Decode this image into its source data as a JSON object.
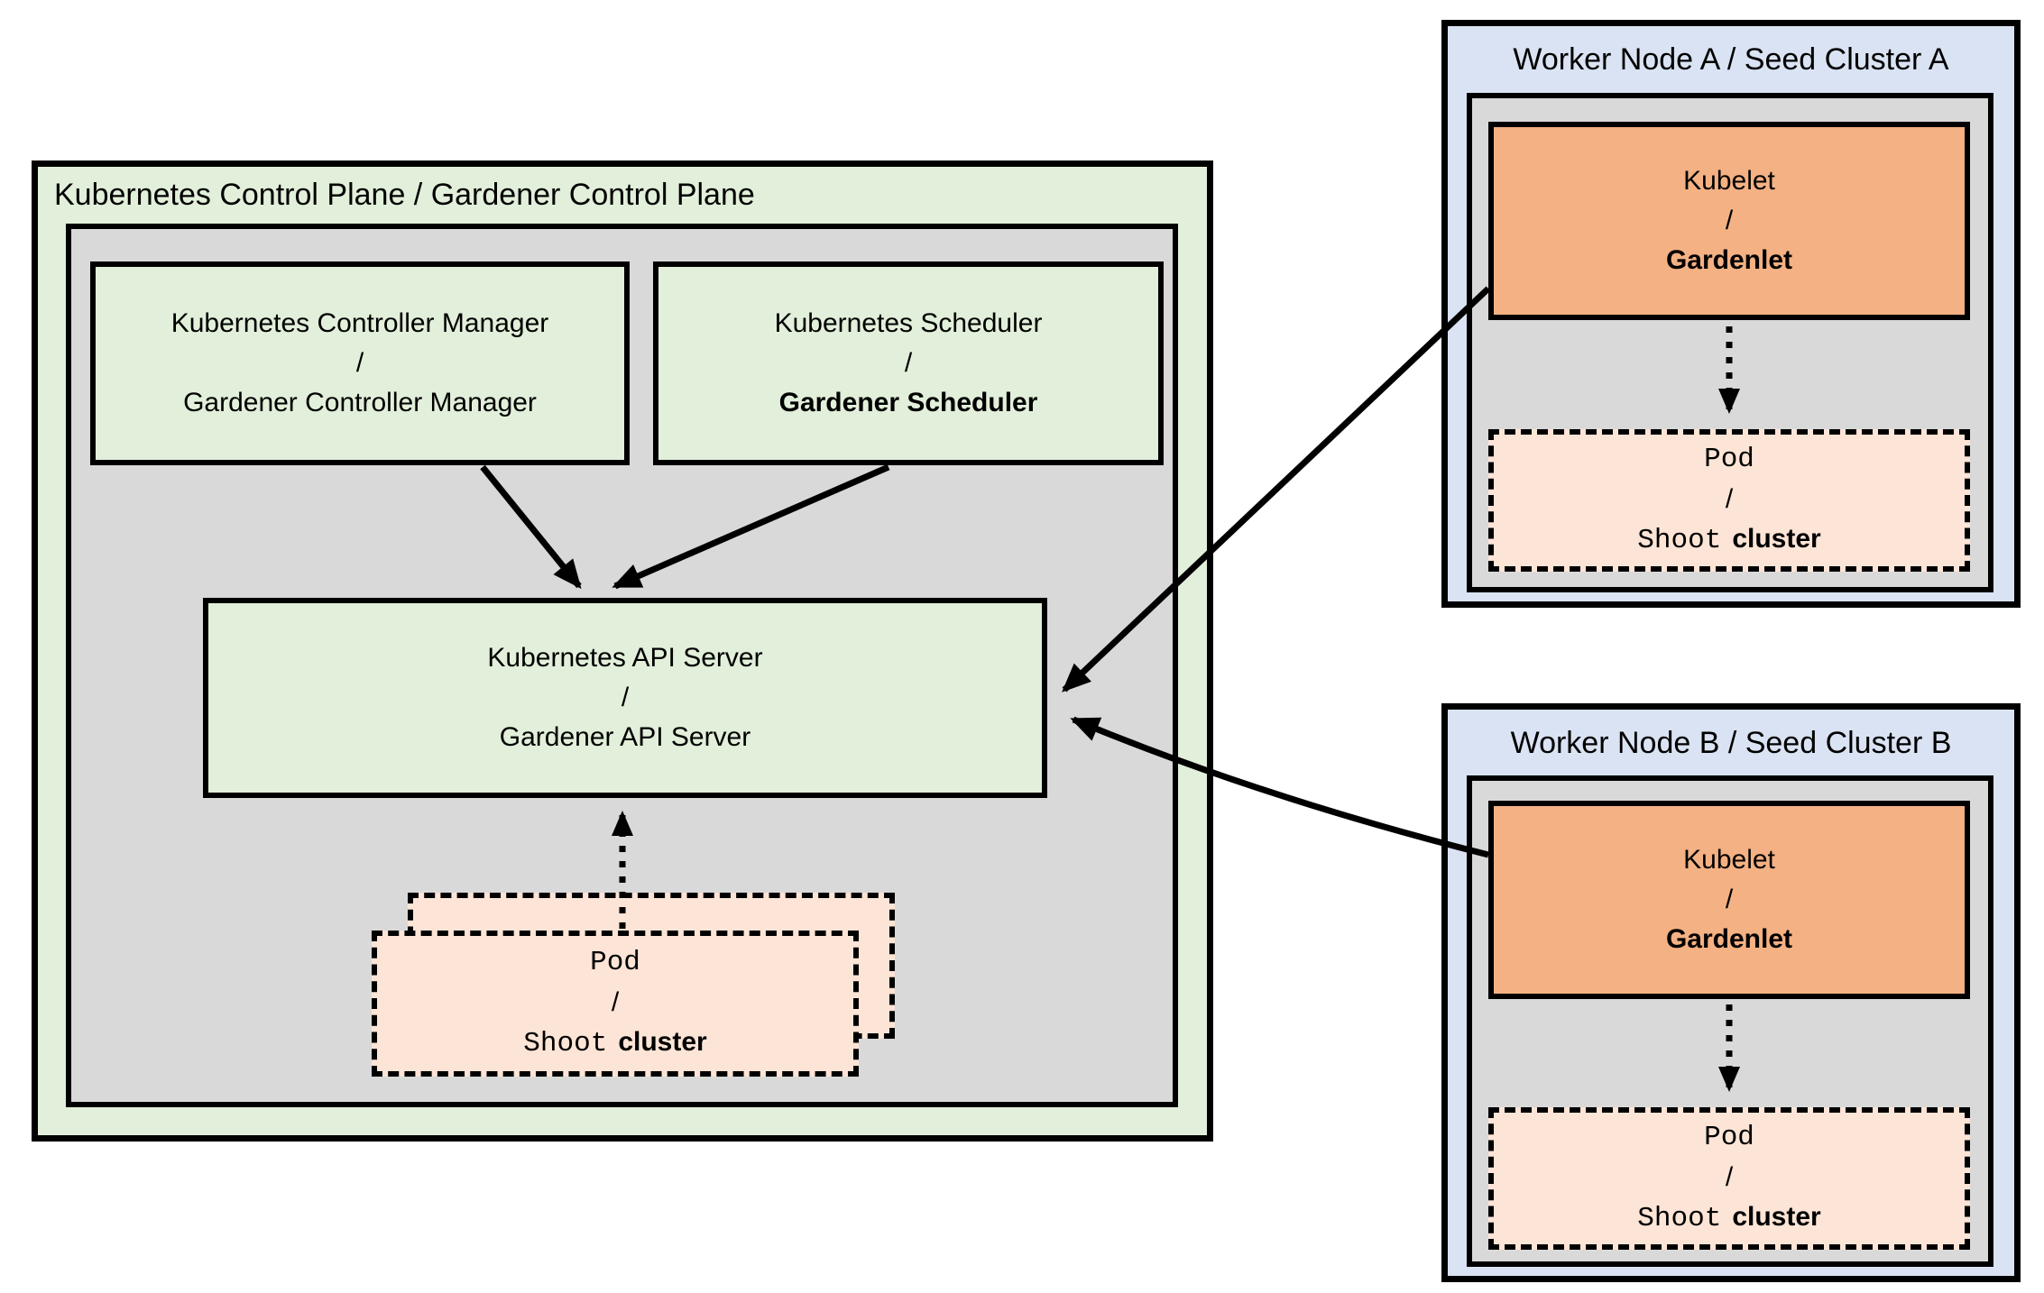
{
  "colors": {
    "green_fill": "#e2efda",
    "gray_fill": "#d9d9d9",
    "blue_fill": "#dae3f3",
    "orange_fill": "#f4b183",
    "peach_fill": "#fce4d6",
    "line": "#000000"
  },
  "control_plane": {
    "title": "Kubernetes Control Plane / Gardener Control Plane",
    "controller_manager": {
      "line1": "Kubernetes Controller Manager",
      "sep": "/",
      "line2": "Gardener Controller Manager"
    },
    "scheduler": {
      "line1": "Kubernetes Scheduler",
      "sep": "/",
      "line2": "Gardener Scheduler"
    },
    "api_server": {
      "line1": "Kubernetes API Server",
      "sep": "/",
      "line2": "Gardener API Server"
    },
    "pod": {
      "line1": "Pod",
      "sep": "/",
      "code": "Shoot",
      "rest": "cluster"
    }
  },
  "worker_a": {
    "title": "Worker Node A / Seed Cluster A",
    "kubelet": {
      "line1": "Kubelet",
      "sep": "/",
      "line2": "Gardenlet"
    },
    "pod": {
      "line1": "Pod",
      "sep": "/",
      "code": "Shoot",
      "rest": "cluster"
    }
  },
  "worker_b": {
    "title": "Worker Node B / Seed Cluster B",
    "kubelet": {
      "line1": "Kubelet",
      "sep": "/",
      "line2": "Gardenlet"
    },
    "pod": {
      "line1": "Pod",
      "sep": "/",
      "code": "Shoot",
      "rest": "cluster"
    }
  }
}
